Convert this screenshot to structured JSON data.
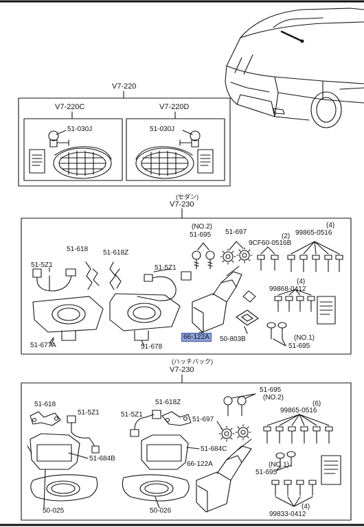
{
  "diagram": {
    "top_group": {
      "code": "V7-220",
      "left": {
        "code": "V7-220C",
        "bulb": "51-030J"
      },
      "right": {
        "code": "V7-220D",
        "bulb": "51-030J"
      }
    },
    "sedan_group": {
      "note": "(セダン)",
      "code": "V7-230",
      "labels": {
        "no2": "(NO.2)",
        "p51695a": "51-695",
        "p51697": "51-697",
        "qty2": "(2)",
        "p9cf60": "9CF60-0516B",
        "qty4a": "(4)",
        "p99865": "99865-0516",
        "p51618": "51-618",
        "p51618z": "51-618Z",
        "p515z1a": "51-5Z1",
        "p515z1b": "51-5Z1",
        "qty4b": "(4)",
        "p99868": "99868-0412",
        "p51677a": "51-677A",
        "p51678": "51-678",
        "p66122a": "66-122A",
        "p50803b": "50-803B",
        "no1": "(NO.1)",
        "p51695b": "51-695"
      }
    },
    "hatch_group": {
      "note": "(ハッチバック)",
      "code": "V7-230",
      "labels": {
        "p51695a": "51-695",
        "no2": "(NO.2)",
        "p51618": "51-618",
        "p51618z": "51-618Z",
        "p515z1a": "51-5Z1",
        "p515z1b": "51-5Z1",
        "qty6": "(6)",
        "p99865": "99865-0516",
        "p51697": "51-697",
        "p51684b": "51-684B",
        "p51684c": "51-684C",
        "p66122a": "66-122A",
        "no1": "(NO.1)",
        "p51695b": "51-695",
        "p50025": "50-025",
        "p50026": "50-026",
        "qty4": "(4)",
        "p99833": "99833-0412"
      }
    },
    "highlight_color": "#8ea3dc"
  }
}
